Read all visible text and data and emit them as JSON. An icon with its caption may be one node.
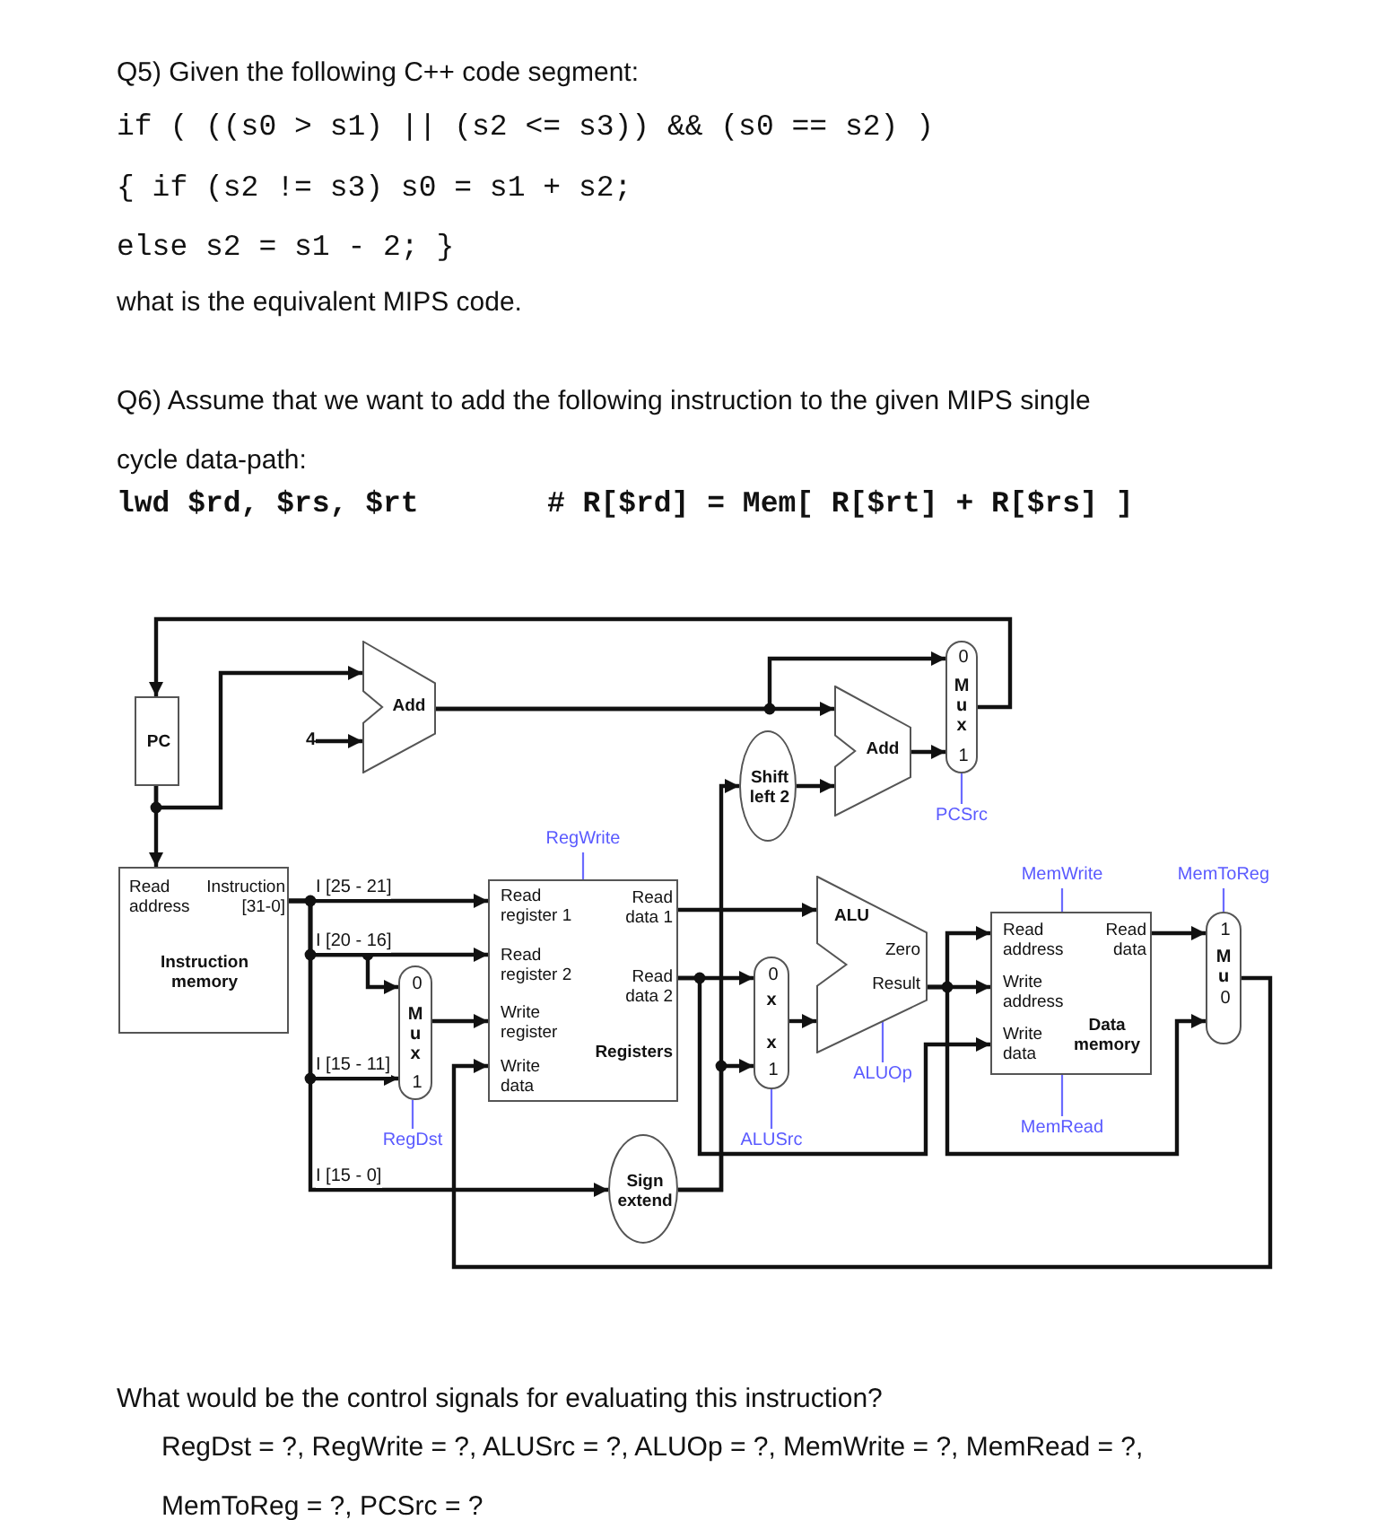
{
  "diagram": {
    "nodes": [
      {
        "text": [
          "PC"
        ]
      },
      {
        "text": [
          "Add"
        ]
      },
      {
        "text": [
          "4"
        ]
      },
      {
        "text": [
          "Shift left 2"
        ]
      },
      {
        "text": [
          "Add"
        ]
      },
      {
        "text": [
          "0",
          "M u x",
          "1"
        ]
      },
      {
        "text": [
          "Read address",
          "Instruction [31-0]",
          "Instruction memory"
        ]
      },
      {
        "text": [
          "Read register 1",
          "Read data 1",
          "Read register 2",
          "Read data 2",
          "Write register",
          "Write data",
          "Registers"
        ]
      },
      {
        "text": [
          "0",
          "M u x",
          "1"
        ]
      },
      {
        "text": [
          "Sign extend"
        ]
      },
      {
        "text": [
          "0",
          "x",
          "x",
          "1"
        ]
      },
      {
        "text": [
          "ALU",
          "Zero",
          "Result"
        ]
      },
      {
        "text": [
          "Read address",
          "Read data",
          "Write address",
          "Write data",
          "Data memory"
        ]
      },
      {
        "text": [
          "1",
          "M u",
          "0"
        ]
      },
      {
        "text": [
          "PCSrc"
        ]
      },
      {
        "text": [
          "RegWrite"
        ]
      },
      {
        "text": [
          "MemWrite"
        ]
      },
      {
        "text": [
          "MemToReg"
        ]
      },
      {
        "text": [
          "ALUOp"
        ]
      },
      {
        "text": [
          "MemRead"
        ]
      },
      {
        "text": [
          "RegDst"
        ]
      },
      {
        "text": [
          "ALUSrc"
        ]
      }
    ],
    "edges": [
      {
        "from": 0,
        "to": 6,
        "arrow": "to"
      },
      {
        "from": 0,
        "to": 1,
        "arrow": "to"
      },
      {
        "from": 2,
        "to": 1,
        "arrow": "to"
      },
      {
        "from": 1,
        "to": 4,
        "arrow": "to"
      },
      {
        "from": 1,
        "to": 5,
        "arrow": "to"
      },
      {
        "from": 3,
        "to": 4,
        "arrow": "to"
      },
      {
        "from": 4,
        "to": 5,
        "arrow": "to"
      },
      {
        "from": 5,
        "to": 0,
        "arrow": "to"
      },
      {
        "from": 6,
        "to": 7,
        "arrow": "to",
        "label": "I [25 - 21]"
      },
      {
        "from": 6,
        "to": 7,
        "arrow": "to",
        "label": "I [20 - 16]"
      },
      {
        "from": 6,
        "to": 8,
        "arrow": "to"
      },
      {
        "from": 6,
        "to": 8,
        "arrow": "to",
        "label": "I [15 - 11]"
      },
      {
        "from": 8,
        "to": 7,
        "arrow": "to"
      },
      {
        "from": 6,
        "to": 9,
        "arrow": "to",
        "label": "I [15 - 0]"
      },
      {
        "from": 7,
        "to": 11,
        "arrow": "to"
      },
      {
        "from": 7,
        "to": 10,
        "arrow": "to"
      },
      {
        "from": 7,
        "to": 12,
        "arrow": "to"
      },
      {
        "from": 9,
        "to": 10,
        "arrow": "to"
      },
      {
        "from": 9,
        "to": 3,
        "arrow": "to"
      },
      {
        "from": 10,
        "to": 11,
        "arrow": "to"
      },
      {
        "from": 11,
        "to": 12,
        "arrow": "to"
      },
      {
        "from": 11,
        "to": 12,
        "arrow": "to"
      },
      {
        "from": 11,
        "to": 13,
        "arrow": "to"
      },
      {
        "from": 12,
        "to": 13,
        "arrow": "to"
      },
      {
        "from": 13,
        "to": 7,
        "arrow": "to"
      },
      {
        "from": 14,
        "to": 5,
        "arrow": "none",
        "color": "#6b6bff"
      },
      {
        "from": 15,
        "to": 7,
        "arrow": "none",
        "color": "#6b6bff"
      },
      {
        "from": 16,
        "to": 12,
        "arrow": "none",
        "color": "#6b6bff"
      },
      {
        "from": 17,
        "to": 13,
        "arrow": "none",
        "color": "#6b6bff"
      },
      {
        "from": 18,
        "to": 11,
        "arrow": "none",
        "color": "#6b6bff"
      },
      {
        "from": 19,
        "to": 12,
        "arrow": "none",
        "color": "#6b6bff"
      },
      {
        "from": 20,
        "to": 8,
        "arrow": "none",
        "color": "#6b6bff"
      },
      {
        "from": 21,
        "to": 10,
        "arrow": "none",
        "color": "#6b6bff"
      }
    ],
    "labels": [
      "Q5) Given the following C++ code segment:",
      "if ( ((s0 > s1) || (s2 <= s3)) && (s0 == s2) )",
      "{ if (s2 != s3) s0 = s1 + s2;",
      "else s2 = s1 - 2; }",
      "what is the equivalent MIPS code.",
      "Q6) Assume that we want to add the following instruction to the given MIPS single cycle data-path:",
      "lwd $rd, $rs, $rt",
      "# R[$rd] = Mem[ R[$rt] + R[$rs] ]",
      "What would be the control signals for evaluating this instruction?",
      "RegDst = ?, RegWrite = ?, ALUSrc = ?, ALUOp = ?, MemWrite = ?, MemRead = ?, MemToReg = ?, PCSrc = ?"
    ]
  }
}
